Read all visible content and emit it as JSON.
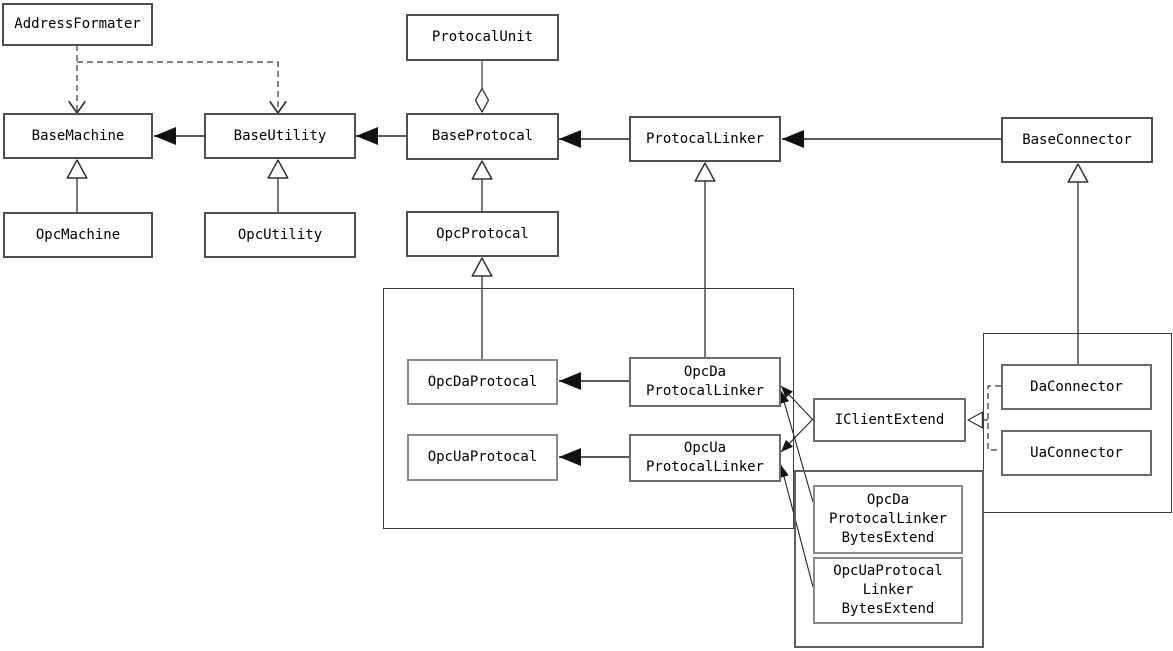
{
  "nodes": {
    "address_formater": {
      "label": "AddressFormater"
    },
    "base_machine": {
      "label": "BaseMachine"
    },
    "opc_machine": {
      "label": "OpcMachine"
    },
    "base_utility": {
      "label": "BaseUtility"
    },
    "opc_utility": {
      "label": "OpcUtility"
    },
    "protocal_unit": {
      "label": "ProtocalUnit"
    },
    "base_protocal": {
      "label": "BaseProtocal"
    },
    "opc_protocal": {
      "label": "OpcProtocal"
    },
    "protocal_linker": {
      "label": "ProtocalLinker"
    },
    "base_connector": {
      "label": "BaseConnector"
    },
    "opc_da_protocal": {
      "label": "OpcDaProtocal"
    },
    "opc_da_protocal_linker": {
      "label": "OpcDa\nProtocalLinker"
    },
    "opc_ua_protocal": {
      "label": "OpcUaProtocal"
    },
    "opc_ua_protocal_linker": {
      "label": "OpcUa\nProtocalLinker"
    },
    "i_client_extend": {
      "label": "IClientExtend"
    },
    "da_connector": {
      "label": "DaConnector"
    },
    "ua_connector": {
      "label": "UaConnector"
    },
    "opc_da_protocal_linker_bytes_extend": {
      "label": "OpcDa\nProtocalLinker\nBytesExtend"
    },
    "opc_ua_protocal_linker_bytes_extend": {
      "label": "OpcUaProtocal\nLinker\nBytesExtend"
    }
  },
  "edges": [
    {
      "from": "AddressFormater",
      "to": "BaseMachine",
      "type": "dependency-dashed"
    },
    {
      "from": "AddressFormater",
      "to": "BaseUtility",
      "type": "dependency-dashed"
    },
    {
      "from": "ProtocalUnit",
      "to": "BaseProtocal",
      "type": "aggregation-diamond"
    },
    {
      "from": "BaseUtility",
      "to": "BaseMachine",
      "type": "association-arrow"
    },
    {
      "from": "BaseProtocal",
      "to": "BaseUtility",
      "type": "association-arrow"
    },
    {
      "from": "ProtocalLinker",
      "to": "BaseProtocal",
      "type": "association-arrow"
    },
    {
      "from": "BaseConnector",
      "to": "ProtocalLinker",
      "type": "association-arrow"
    },
    {
      "from": "OpcMachine",
      "to": "BaseMachine",
      "type": "inheritance"
    },
    {
      "from": "OpcUtility",
      "to": "BaseUtility",
      "type": "inheritance"
    },
    {
      "from": "OpcProtocal",
      "to": "BaseProtocal",
      "type": "inheritance"
    },
    {
      "from": "OpcDaProtocal",
      "to": "OpcProtocal",
      "type": "inheritance"
    },
    {
      "from": "OpcDaProtocalLinker",
      "to": "ProtocalLinker",
      "type": "inheritance"
    },
    {
      "from": "DaConnector",
      "to": "BaseConnector",
      "type": "inheritance"
    },
    {
      "from": "OpcDaProtocalLinker",
      "to": "OpcDaProtocal",
      "type": "association-arrow"
    },
    {
      "from": "OpcUaProtocalLinker",
      "to": "OpcUaProtocal",
      "type": "association-arrow"
    },
    {
      "from": "IClientExtend",
      "to": "OpcDaProtocalLinker",
      "type": "association-arrow"
    },
    {
      "from": "IClientExtend",
      "to": "OpcUaProtocalLinker",
      "type": "association-arrow"
    },
    {
      "from": "OpcDaProtocalLinkerBytesExtend",
      "to": "OpcDaProtocalLinker",
      "type": "association-arrow"
    },
    {
      "from": "OpcUaProtocalLinkerBytesExtend",
      "to": "OpcUaProtocalLinker",
      "type": "association-arrow"
    },
    {
      "from": "DaConnector",
      "to": "IClientExtend",
      "type": "realization-dashed"
    },
    {
      "from": "UaConnector",
      "to": "IClientExtend",
      "type": "realization-dashed"
    }
  ],
  "colors": {
    "background": "#ffffff",
    "text": "#000000",
    "box_border": "#4f4f4f",
    "box_border_light": "#8a8a8a",
    "container_border": "#3c3c3c",
    "line": "#4a4a4a",
    "arrow_fill": "#111111"
  }
}
